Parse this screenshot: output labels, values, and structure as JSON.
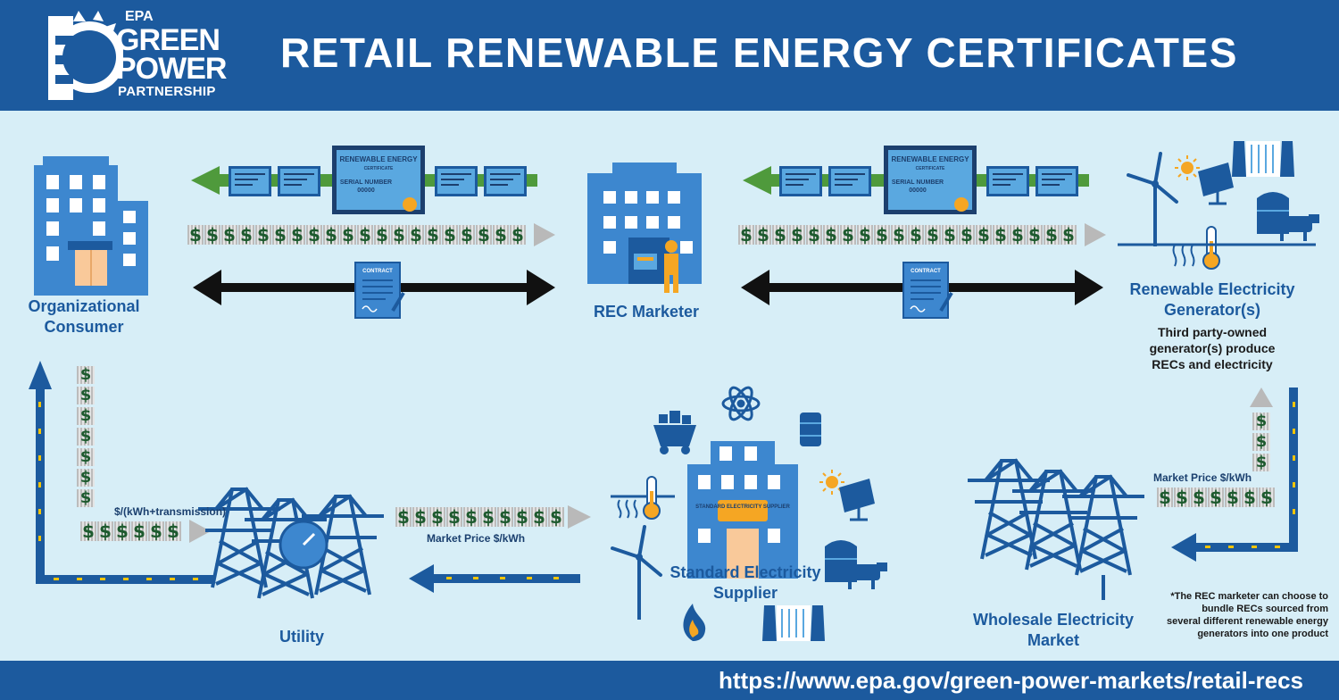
{
  "header": {
    "logo": {
      "epa": "EPA",
      "line1": "GREEN",
      "line2": "POWER",
      "line3": "PARTNERSHIP"
    },
    "title": "RETAIL RENEWABLE ENERGY CERTIFICATES"
  },
  "nodes": {
    "consumer": "Organizational Consumer",
    "marketer": "REC Marketer",
    "generator": "Renewable Electricity Generator(s)",
    "generator_desc": "Third party-owned generator(s) produce RECs and electricity",
    "utility": "Utility",
    "supplier": "Standard Electricity Supplier",
    "supplier_sign": "STANDARD ELECTRICITY SUPPLIER",
    "wholesale": "Wholesale Electricity Market"
  },
  "certificate": {
    "title": "RENEWABLE ENERGY",
    "subtitle": "CERTIFICATE",
    "serial_label": "SERIAL NUMBER",
    "serial_value": "00000"
  },
  "contract_label": "CONTRACT",
  "labels": {
    "utility_price": "$/(kWh+transmission)",
    "market_price_supplier": "Market Price $/kWh",
    "market_price_wholesale": "Market Price $/kWh"
  },
  "dollar_symbol": "$",
  "note": "*The REC marketer can choose to bundle RECs sourced from several different renewable energy generators into one product",
  "footer": {
    "url": "https://www.epa.gov/green-power-markets/retail-recs"
  },
  "colors": {
    "navy": "#1c5a9e",
    "building": "#3d87cf",
    "green_arrow": "#4f9a3c",
    "background": "#d7eef7",
    "dollar_green": "#1d5a2e",
    "orange": "#f5a623"
  }
}
